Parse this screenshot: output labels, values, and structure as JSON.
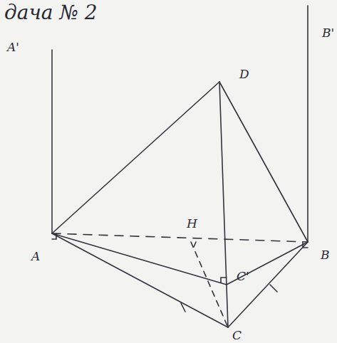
{
  "diagram": {
    "title": "дача № 2",
    "labels": [
      "A'",
      "D",
      "B'",
      "A",
      "H",
      "B",
      "C'",
      "C"
    ]
  }
}
